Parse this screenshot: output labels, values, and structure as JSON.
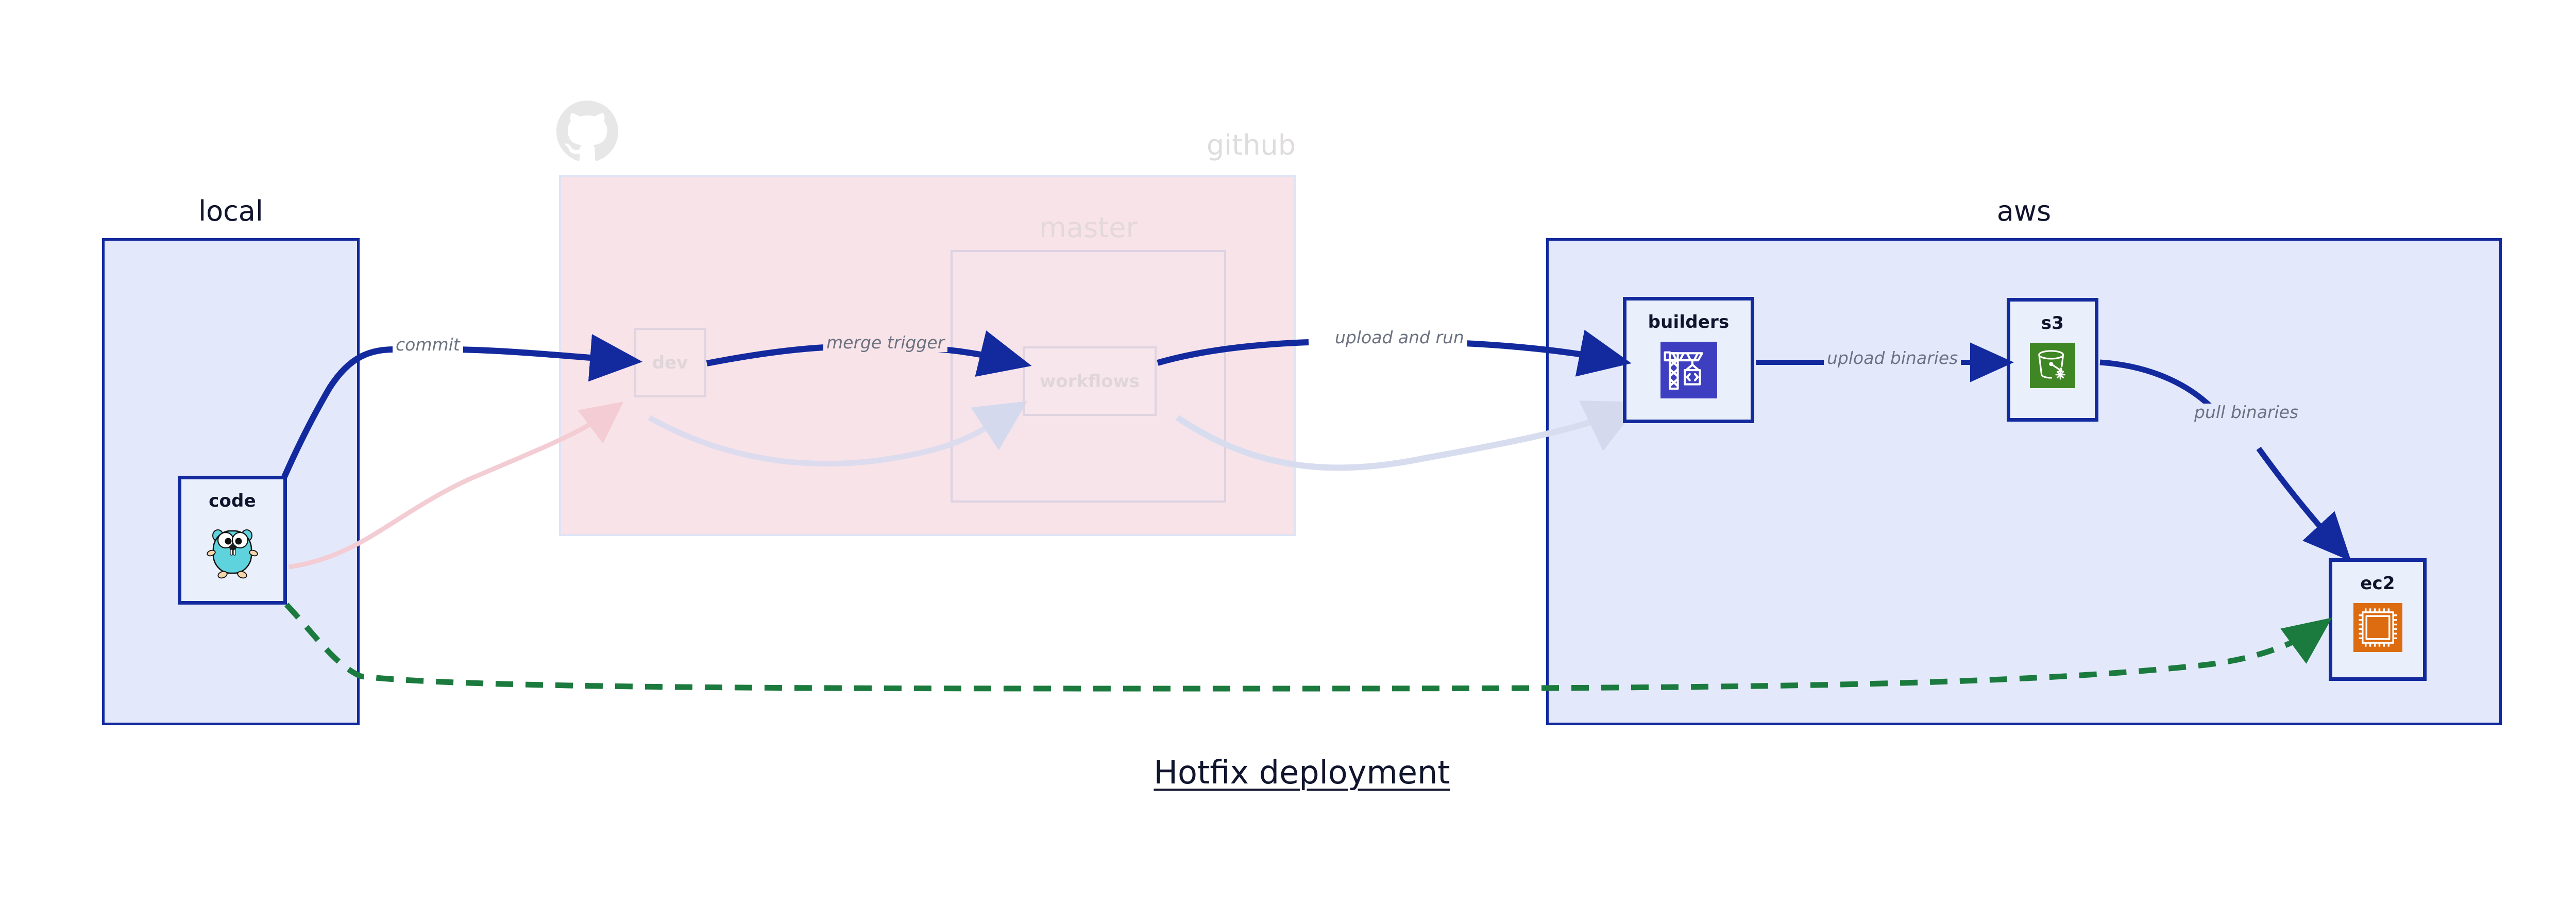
{
  "diagram": {
    "title": "Hotfix deployment",
    "type": "architecture-flow"
  },
  "groups": [
    {
      "id": "local",
      "label": "local",
      "style": "solid-blue",
      "accent": "#13299e",
      "fill": "#e3e9fb"
    },
    {
      "id": "github",
      "label": "github",
      "style": "faded-pink",
      "accent": "#dfe4f5",
      "fill": "#f8e3e8",
      "logo_icon": "github-octocat-icon",
      "subgroups": [
        {
          "id": "master",
          "label": "master",
          "fill": "#f7e4ea",
          "accent": "#dcd2e2"
        }
      ]
    },
    {
      "id": "aws",
      "label": "aws",
      "style": "solid-blue",
      "accent": "#13299e",
      "fill": "#e3e9fb"
    }
  ],
  "nodes": [
    {
      "id": "code",
      "label": "code",
      "group": "local",
      "icon": "go-gopher-icon",
      "faded": false
    },
    {
      "id": "dev",
      "label": "dev",
      "group": "github",
      "icon": null,
      "faded": true
    },
    {
      "id": "workflows",
      "label": "workflows",
      "group": "master",
      "icon": null,
      "faded": true
    },
    {
      "id": "builders",
      "label": "builders",
      "group": "aws",
      "icon": "aws-codebuild-crane-icon",
      "icon_color": "#3d3ec0",
      "faded": false
    },
    {
      "id": "s3",
      "label": "s3",
      "group": "aws",
      "icon": "aws-s3-bucket-icon",
      "icon_color": "#3f8624",
      "faded": false
    },
    {
      "id": "ec2",
      "label": "ec2",
      "group": "aws",
      "icon": "aws-ec2-chip-icon",
      "icon_color": "#dd6b10",
      "faded": false
    }
  ],
  "edges": [
    {
      "id": "code-to-dev",
      "from": "code",
      "to": "dev",
      "label": "commit",
      "style": "solid",
      "color": "#13299e",
      "highlighted": true
    },
    {
      "id": "dev-to-workflows",
      "from": "dev",
      "to": "workflows",
      "label": "merge trigger",
      "style": "solid",
      "color": "#13299e",
      "highlighted": true
    },
    {
      "id": "workflows-to-builders",
      "from": "workflows",
      "to": "builders",
      "label": "upload and run",
      "style": "solid",
      "color": "#13299e",
      "highlighted": true
    },
    {
      "id": "builders-to-s3",
      "from": "builders",
      "to": "s3",
      "label": "upload binaries",
      "style": "solid",
      "color": "#13299e",
      "highlighted": true
    },
    {
      "id": "s3-to-ec2",
      "from": "s3",
      "to": "ec2",
      "label": "pull binaries",
      "style": "solid",
      "color": "#13299e",
      "highlighted": true
    },
    {
      "id": "code-to-ec2-hotfix",
      "from": "code",
      "to": "ec2",
      "label": "",
      "style": "dashed",
      "color": "#1b7a3d",
      "highlighted": true
    },
    {
      "id": "ghost-code-to-dev",
      "from": "code",
      "to": "dev",
      "label": "",
      "style": "solid",
      "color": "#f6d7dd",
      "highlighted": false
    },
    {
      "id": "ghost-dev-to-workflows",
      "from": "dev",
      "to": "workflows",
      "label": "",
      "style": "solid",
      "color": "#dcdcee",
      "highlighted": false
    },
    {
      "id": "ghost-workflows-to-builders",
      "from": "workflows",
      "to": "builders",
      "label": "",
      "style": "solid",
      "color": "#d7ddef",
      "highlighted": false
    }
  ],
  "colors": {
    "accent_blue": "#13299e",
    "group_blue_fill": "#e3e9fb",
    "github_pink_fill": "#f8e3e8",
    "hotfix_green": "#1b7a3d",
    "label_gray": "#6b7280",
    "text_dark": "#10142c"
  }
}
